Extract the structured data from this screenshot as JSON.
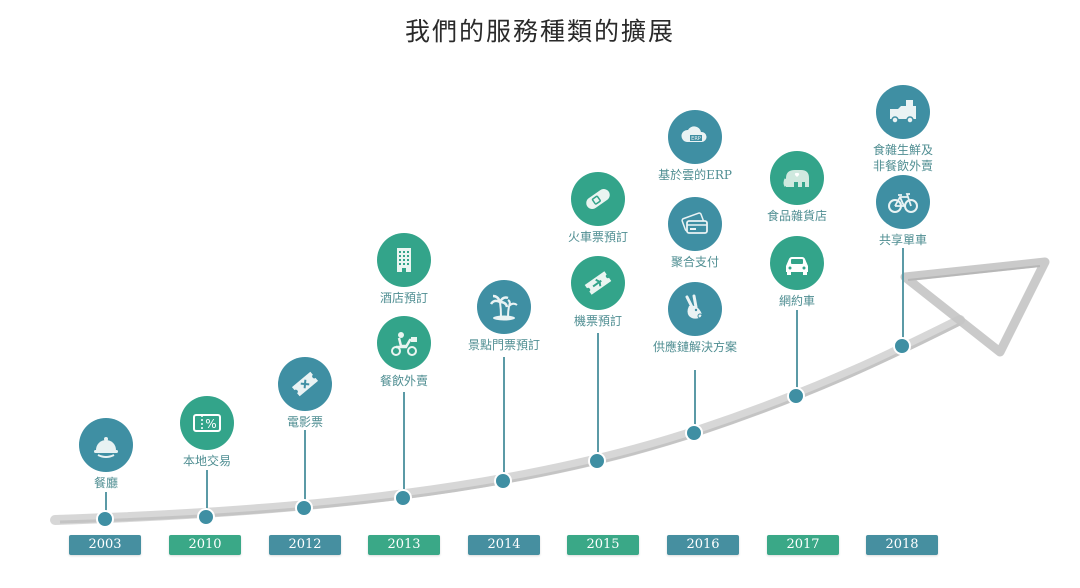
{
  "title": "我們的服務種類的擴展",
  "colors": {
    "blue": "#3f8fa3",
    "green": "#33a48a",
    "label": "#4f8e92",
    "stroke": "#c9c9c9"
  },
  "timeline": [
    {
      "year": "2003",
      "services": [
        {
          "label": "餐廳",
          "icon": "dining-cloche-icon"
        }
      ]
    },
    {
      "year": "2010",
      "services": [
        {
          "label": "本地交易",
          "icon": "discount-coupon-icon"
        }
      ]
    },
    {
      "year": "2012",
      "services": [
        {
          "label": "電影票",
          "icon": "movie-ticket-icon"
        }
      ]
    },
    {
      "year": "2013",
      "services": [
        {
          "label": "酒店預訂",
          "icon": "hotel-building-icon"
        },
        {
          "label": "餐飲外賣",
          "icon": "delivery-scooter-icon"
        }
      ]
    },
    {
      "year": "2014",
      "services": [
        {
          "label": "景點門票預訂",
          "icon": "palm-tree-icon"
        }
      ]
    },
    {
      "year": "2015",
      "services": [
        {
          "label": "火車票預訂",
          "icon": "train-ticket-icon"
        },
        {
          "label": "機票預訂",
          "icon": "flight-ticket-icon"
        }
      ]
    },
    {
      "year": "2016",
      "services": [
        {
          "label": "基於雲的ERP",
          "icon": "cloud-erp-icon"
        },
        {
          "label": "聚合支付",
          "icon": "payment-card-icon"
        },
        {
          "label": "供應鏈解決方案",
          "icon": "kangaroo-icon"
        }
      ]
    },
    {
      "year": "2017",
      "services": [
        {
          "label": "食品雜貨店",
          "icon": "elephant-grocery-icon"
        },
        {
          "label": "網約車",
          "icon": "car-icon"
        }
      ]
    },
    {
      "year": "2018",
      "services": [
        {
          "label": "食雜生鮮及",
          "label2": "非餐飲外賣",
          "icon": "delivery-truck-icon"
        },
        {
          "label": "共享單車",
          "icon": "bicycle-icon"
        }
      ]
    }
  ]
}
